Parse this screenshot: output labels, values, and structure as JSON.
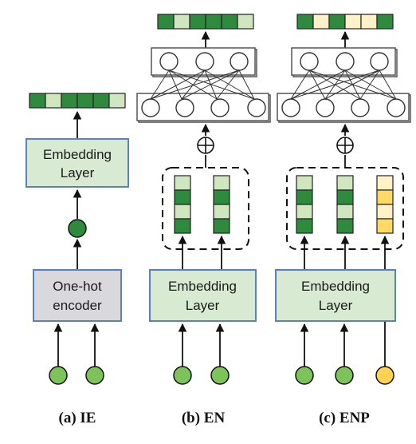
{
  "colors": {
    "green_dark": "#2e8b3e",
    "green_light": "#cfe6bf",
    "green_node": "#7cc35a",
    "green_box": "#d9ead3",
    "box_border": "#5a7fc4",
    "gray_box": "#d9d9dd",
    "yellow_node": "#ffd34d",
    "yellow_light": "#fff2c8",
    "yellow_mid": "#ffd966"
  },
  "panels": {
    "ie": {
      "caption": "(a) IE",
      "encoder_line1": "One-hot",
      "encoder_line2": "encoder",
      "embed_line1": "Embedding",
      "embed_line2": "Layer"
    },
    "en": {
      "caption": "(b) EN",
      "embed_line1": "Embedding",
      "embed_line2": "Layer",
      "op_symbol": "⊕"
    },
    "enp": {
      "caption": "(c) ENP",
      "embed_line1": "Embedding",
      "embed_line2": "Layer",
      "op_symbol": "⊕"
    }
  }
}
